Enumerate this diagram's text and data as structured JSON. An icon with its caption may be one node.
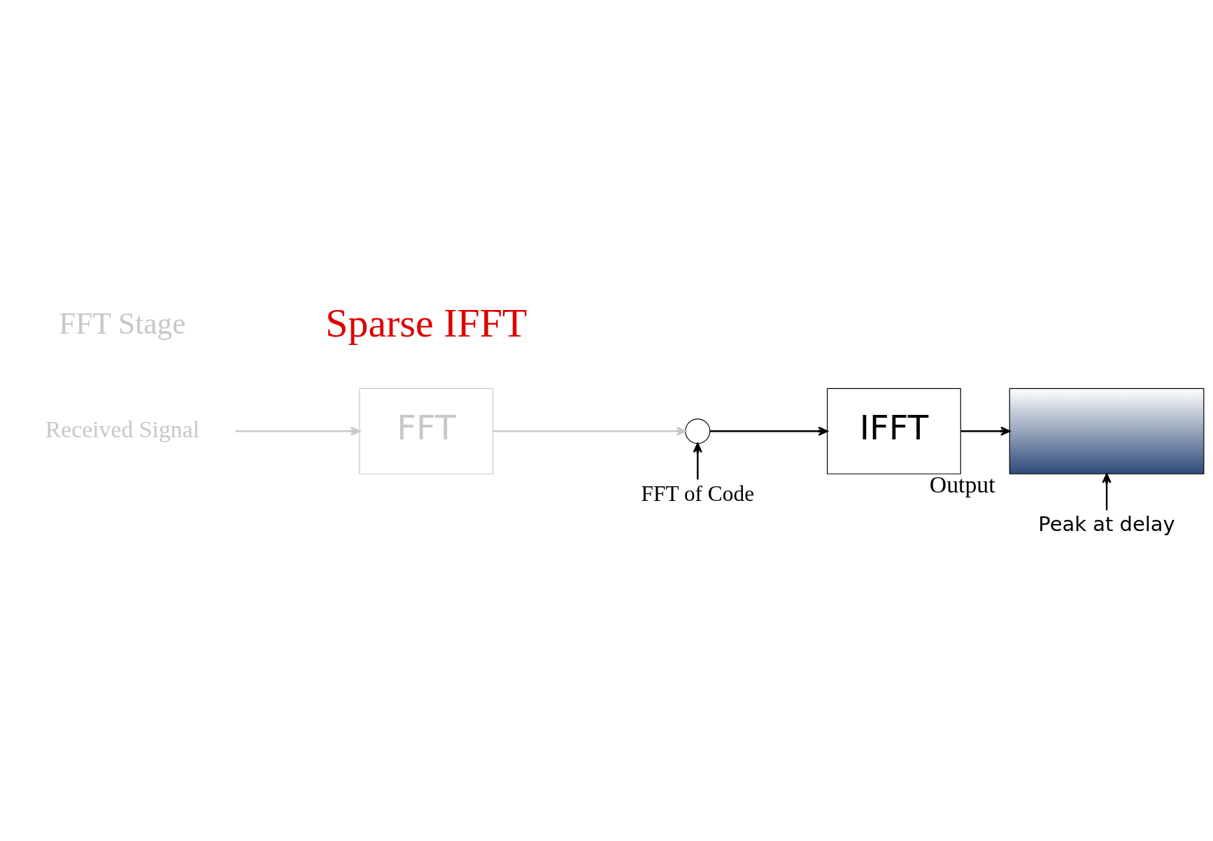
{
  "diagram": {
    "nodes": [
      {
        "text": [
          "Received Signal"
        ]
      },
      {
        "text": [
          "FFT"
        ]
      },
      {
        "text": [],
        "shape": "circle"
      },
      {
        "text": [
          "IFFT"
        ]
      },
      {
        "text": [],
        "shape": "picture",
        "beside": [
          "Output"
        ]
      },
      {
        "text": [
          "FFT of Code"
        ]
      },
      {
        "text": [
          "Peak at delay"
        ]
      }
    ],
    "edges": [
      {
        "from": 0,
        "to": 1,
        "arrow": "to",
        "color": "#c8c8c8"
      },
      {
        "from": 1,
        "to": 2,
        "arrow": "to",
        "color": "#c8c8c8"
      },
      {
        "from": 2,
        "to": 3,
        "arrow": "to"
      },
      {
        "from": 3,
        "to": 4,
        "arrow": "to"
      },
      {
        "from": 5,
        "to": 2,
        "arrow": "to"
      },
      {
        "from": 6,
        "to": 4,
        "arrow": "to"
      }
    ],
    "labels": [
      "FFT Stage",
      "Sparse IFFT"
    ]
  }
}
